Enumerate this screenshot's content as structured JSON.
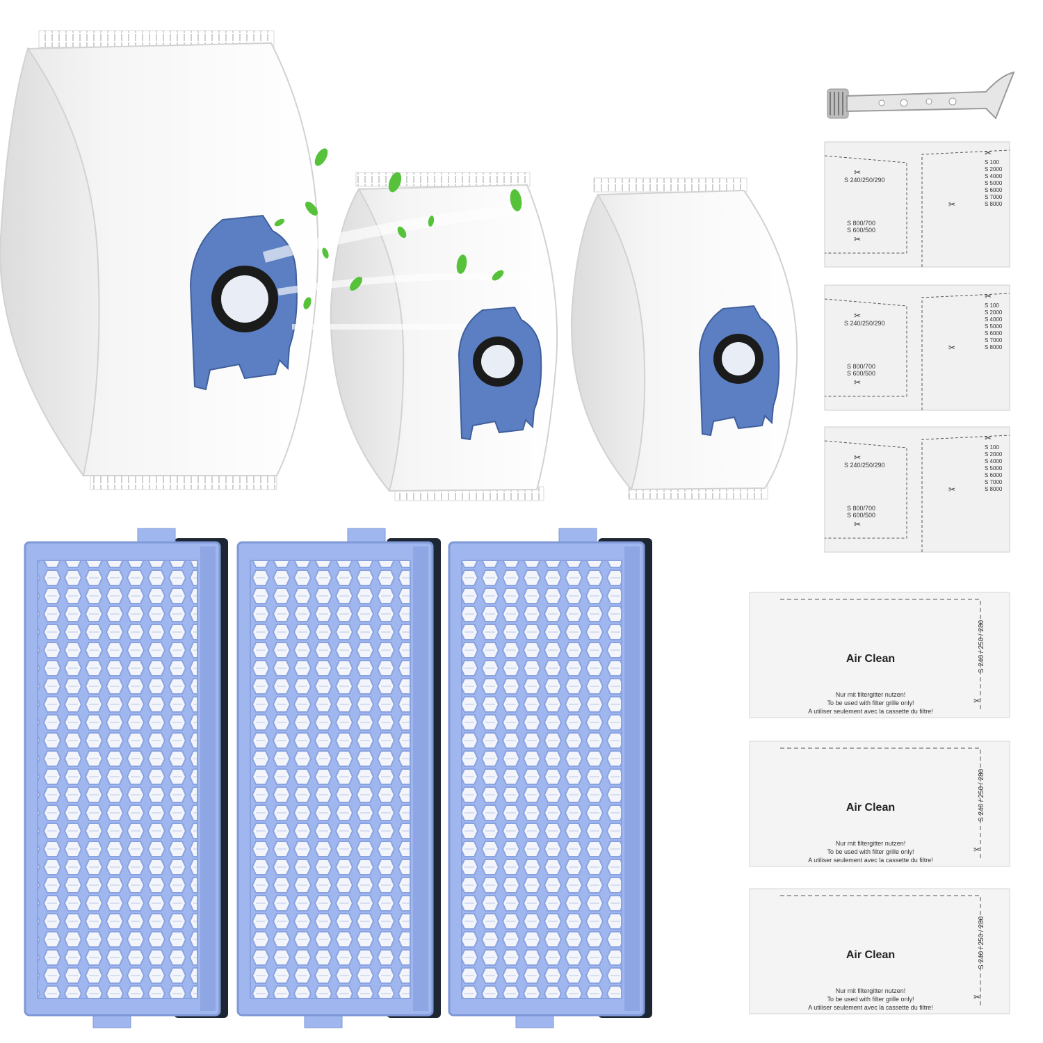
{
  "colors": {
    "background": "#ffffff",
    "bag_white": "#f7f7f7",
    "collar_blue": "#5b7fc2",
    "filter_blue": "#9fb6ee",
    "filter_frame_dark": "#1d2733",
    "leaf_green": "#55c23a"
  },
  "bags": [
    {
      "name": "dust-bag-large"
    },
    {
      "name": "dust-bag-medium"
    },
    {
      "name": "dust-bag-small"
    }
  ],
  "motor_filters": [
    {
      "model_top": "S 240/250/290",
      "model_mid": "S 800/700",
      "model_mid2": "S 600/500",
      "model_list": [
        "S 100",
        "S 2000",
        "S 4000",
        "S 5000",
        "S 6000",
        "S 7000",
        "S 8000"
      ]
    },
    {
      "model_top": "S 240/250/290",
      "model_mid": "S 800/700",
      "model_mid2": "S 600/500",
      "model_list": [
        "S 100",
        "S 2000",
        "S 4000",
        "S 5000",
        "S 6000",
        "S 7000",
        "S 8000"
      ]
    },
    {
      "model_top": "S 240/250/290",
      "model_mid": "S 800/700",
      "model_mid2": "S 600/500",
      "model_list": [
        "S 100",
        "S 2000",
        "S 4000",
        "S 5000",
        "S 6000",
        "S 7000",
        "S 8000"
      ]
    }
  ],
  "air_clean_filters": [
    {
      "title": "Air Clean",
      "side_label": "S 240 / 250 / 280",
      "line1": "Nur mit filtergitter nutzen!",
      "line2": "To be used with filter grille only!",
      "line3": "A utiliser seulement avec la cassette du filtre!"
    },
    {
      "title": "Air Clean",
      "side_label": "S 240 / 250 / 280",
      "line1": "Nur mit filtergitter nutzen!",
      "line2": "To be used with filter grille only!",
      "line3": "A utiliser seulement avec la cassette du filtre!"
    },
    {
      "title": "Air Clean",
      "side_label": "S 240 / 250 / 280",
      "line1": "Nur mit filtergitter nutzen!",
      "line2": "To be used with filter grille only!",
      "line3": "A utiliser seulement avec la cassette du filtre!"
    }
  ]
}
